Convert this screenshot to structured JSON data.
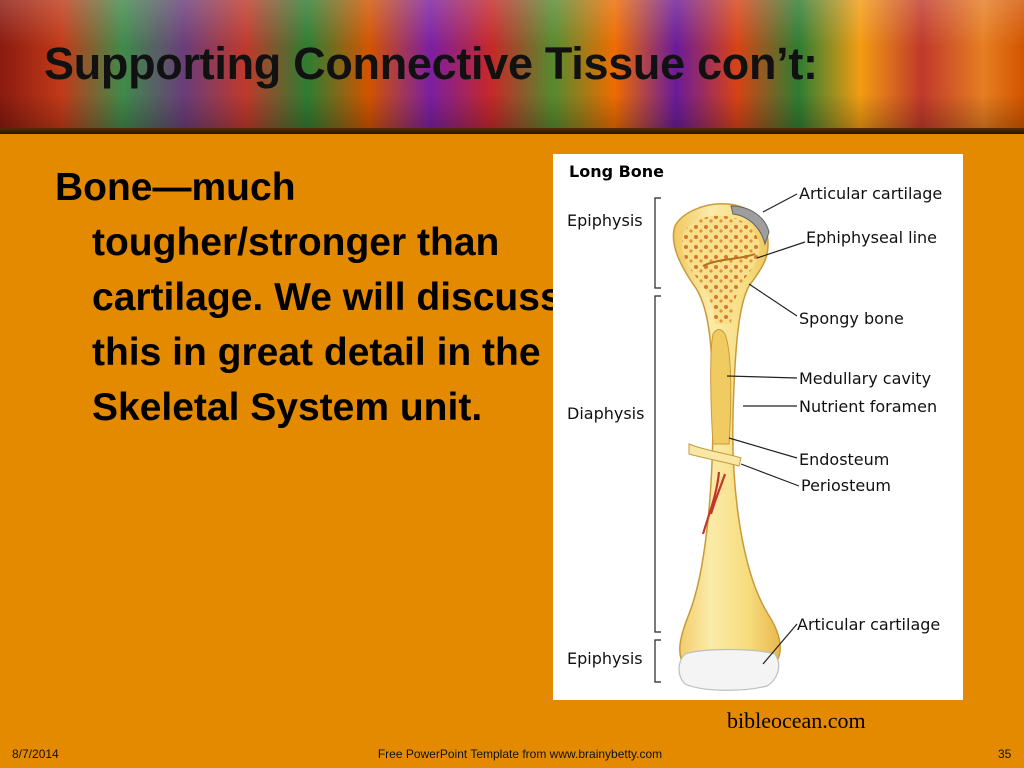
{
  "slide": {
    "title": "Supporting Connective Tissue con’t:",
    "body": "Bone—much tougher/stronger than cartilage.  We will discuss this in great detail in the Skeletal System unit."
  },
  "figure": {
    "title": "Long Bone",
    "left_labels": {
      "top_epiphysis": "Epiphysis",
      "diaphysis": "Diaphysis",
      "bottom_epiphysis": "Epiphysis"
    },
    "right_labels": {
      "articular_cartilage_top": "Articular cartilage",
      "epiphyseal_line": "Ephiphyseal line",
      "spongy_bone": "Spongy bone",
      "medullary_cavity": "Medullary cavity",
      "nutrient_foramen": "Nutrient foramen",
      "endosteum": "Endosteum",
      "periosteum": "Periosteum",
      "articular_cartilage_bottom": "Articular cartilage"
    },
    "credit": "bibleocean.com"
  },
  "footer": {
    "date": "8/7/2014",
    "center": "Free PowerPoint Template from www.brainybetty.com",
    "page_number": "35"
  },
  "colors": {
    "background": "#E48A00",
    "bone": "#F6DC7E",
    "spongy_dots": "#D4702A",
    "vessel": "#C0392B"
  }
}
